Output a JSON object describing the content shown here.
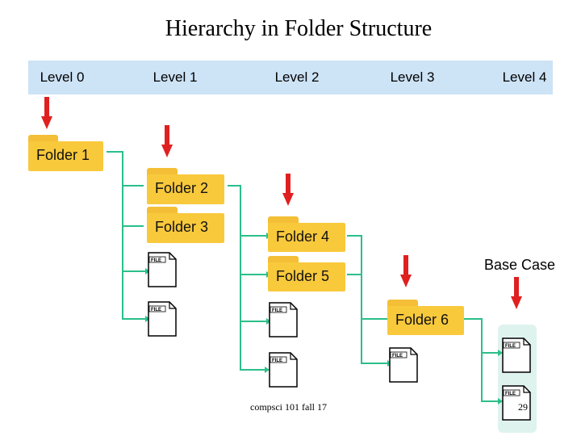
{
  "title": "Hierarchy in Folder Structure",
  "levels": [
    "Level 0",
    "Level 1",
    "Level 2",
    "Level 3",
    "Level 4"
  ],
  "folders": {
    "folder1": "Folder 1",
    "folder2": "Folder 2",
    "folder3": "Folder 3",
    "folder4": "Folder 4",
    "folder5": "Folder 5",
    "folder6": "Folder 6"
  },
  "file_label": "FILE",
  "base_case": "Base Case",
  "footer": "compsci 101 fall 17",
  "page_number": "29",
  "colors": {
    "level_band": "#cde3f6",
    "folder": "#f9c93c",
    "connector": "#2bbf8a",
    "arrow": "#e02020",
    "base_case_highlight": "#dff3ee"
  }
}
